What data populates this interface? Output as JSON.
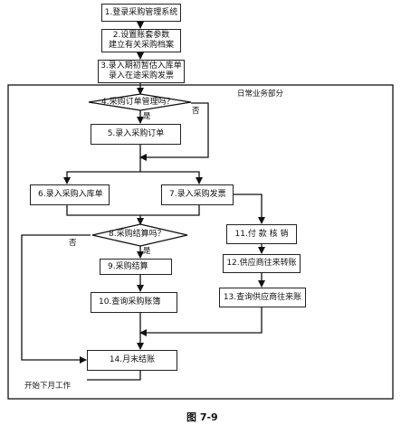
{
  "flowchart": {
    "step1": "1.登录采购管理系统",
    "step2_line1": "2.设置账套参数",
    "step2_line2": "建立有关采购档案",
    "step3_line1": "3.录入期初暂估入库单",
    "step3_line2": "录入在途采购发票",
    "region_label": "日常业务部分",
    "decision4": "4.采购订单管理吗？",
    "yes_label_4": "是",
    "no_label_4": "否",
    "step5": "5.录入采购订单",
    "step6": "6.录入采购入库单",
    "step7": "7.录入采购发票",
    "decision8": "8.采购结算吗？",
    "yes_label_8": "是",
    "no_label_8": "否",
    "step9": "9.采购结算",
    "step10": "10.查询采购账簿",
    "step11": "11.付 款 核 销",
    "step12": "12.供应商往来转账",
    "step13": "13.查询供应商往来账",
    "step14": "14.月末结账",
    "next_month": "开始下月工作"
  },
  "caption": "图 7-9"
}
